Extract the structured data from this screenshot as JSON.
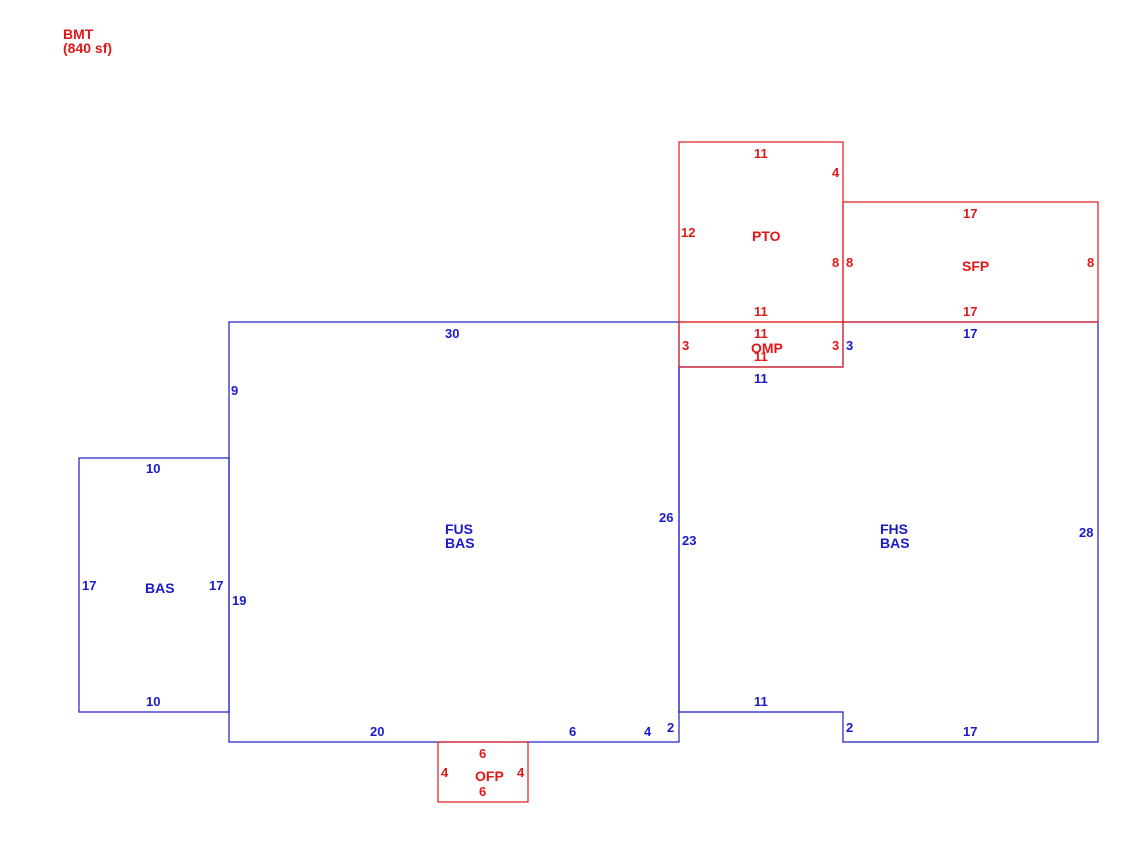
{
  "colors": {
    "main": "#1a1ac8",
    "addition": "#e01818",
    "background": "#ffffff"
  },
  "note": {
    "line1": "BMT",
    "line2": "(840 sf)"
  },
  "areas": {
    "bas_left": {
      "label": "BAS"
    },
    "fus": {
      "label1": "FUS",
      "label2": "BAS"
    },
    "fhs": {
      "label1": "FHS",
      "label2": "BAS"
    },
    "pto": {
      "label": "PTO"
    },
    "sfp": {
      "label": "SFP"
    },
    "omp": {
      "label": "OMP"
    },
    "ofp": {
      "label": "OFP"
    }
  },
  "dims": {
    "bas_top": "10",
    "bas_bottom": "10",
    "bas_left": "17",
    "bas_right": "17",
    "fus_top": "30",
    "fus_left_upper": "9",
    "fus_left_lower": "19",
    "fus_right": "26",
    "fus_bottom_a": "20",
    "fus_bottom_b": "6",
    "fus_bottom_c": "4",
    "fus_bottom_step": "2",
    "fhs_top": "17",
    "fhs_left": "23",
    "fhs_right": "28",
    "fhs_bottom": "17",
    "fhs_notch_top": "11",
    "fhs_notch_side": "2",
    "fhs_top_left": "11",
    "fhs_right_side": "3",
    "pto_top": "11",
    "pto_right_upper": "4",
    "pto_left": "12",
    "pto_right": "8",
    "pto_bottom": "11",
    "sfp_top": "17",
    "sfp_left": "8",
    "sfp_right": "8",
    "sfp_bottom": "17",
    "omp_top": "11",
    "omp_bottom": "11",
    "omp_left": "3",
    "omp_right": "3",
    "ofp_top": "6",
    "ofp_bottom": "6",
    "ofp_left": "4",
    "ofp_right": "4"
  }
}
